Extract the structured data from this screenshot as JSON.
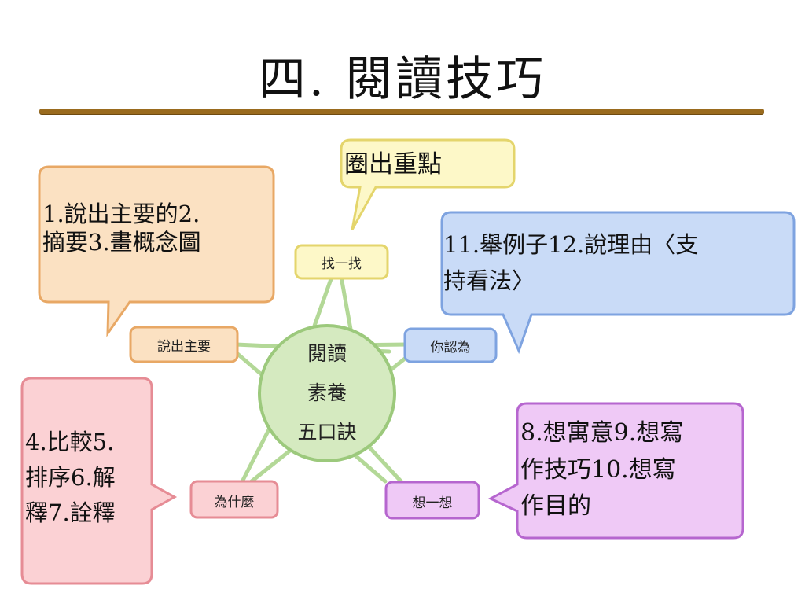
{
  "title": "四.  閱讀技巧",
  "center": {
    "lines": [
      "閱讀",
      "素養",
      "五口訣"
    ]
  },
  "nodes": {
    "find": "找一找",
    "summarize": "說出主要",
    "you_think": "你認為",
    "why": "為什麼",
    "think": "想一想"
  },
  "callouts": {
    "circle_key_points": "圈出重點",
    "main_idea": {
      "line1": "1.說出主要的2.",
      "line2": "摘要3.畫概念圖"
    },
    "examples": {
      "line1": "11.舉例子12.說理由〈支",
      "line2": "持看法〉"
    },
    "compare": {
      "line1": "4.比較5.",
      "line2": "排序6.解",
      "line3": "釋7.詮釋"
    },
    "implied": {
      "line1": "8.想寓意9.想寫",
      "line2": "作技巧10.想寫",
      "line3": "作目的"
    }
  },
  "colors": {
    "orange_fill": "#fbe1c2",
    "orange_stroke": "#e8a865",
    "yellow_fill": "#fdf8c8",
    "yellow_stroke": "#e4d56c",
    "blue_fill": "#c9dbf7",
    "blue_stroke": "#7ea3e0",
    "pink_fill": "#fbd1d4",
    "pink_stroke": "#e68c95",
    "purple_fill": "#efc9f6",
    "purple_stroke": "#b666cf",
    "green_fill": "#d5eac0",
    "green_stroke": "#9cc97c",
    "title_rule": "#9a6b1e"
  }
}
